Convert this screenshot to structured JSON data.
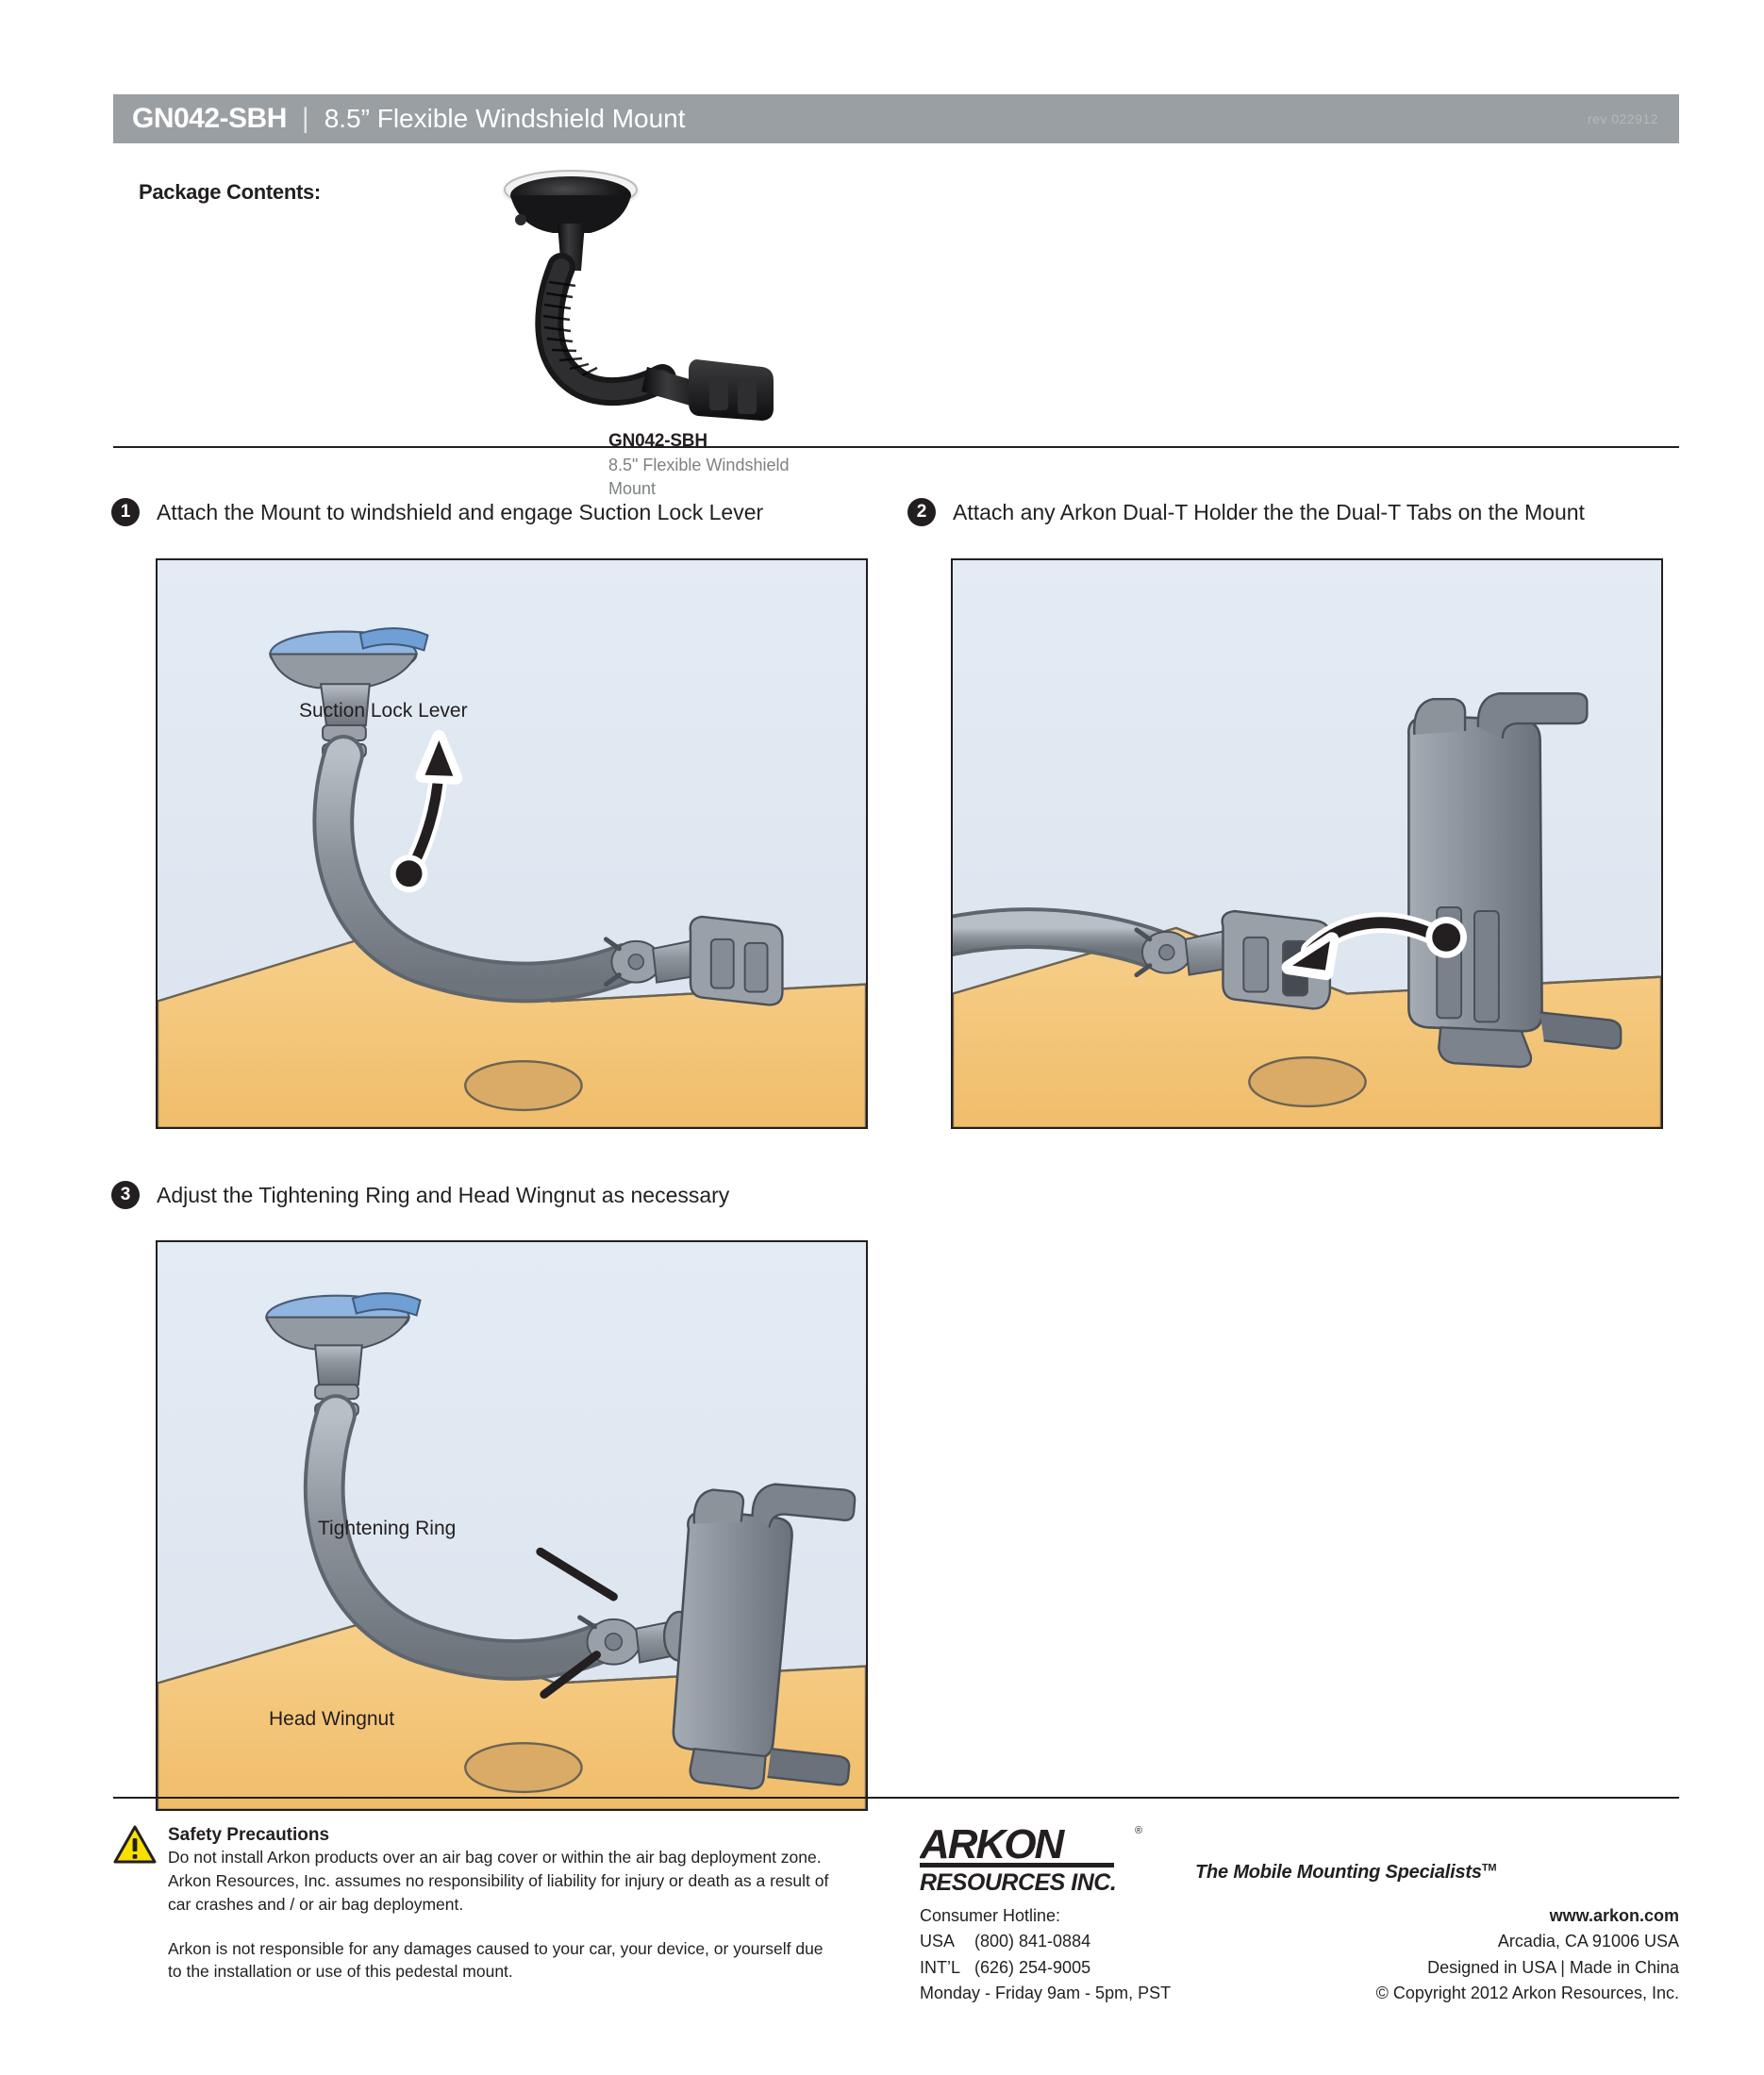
{
  "header": {
    "sku": "GN042-SBH",
    "separator": "|",
    "title": "8.5” Flexible Windshield Mount",
    "revision": "rev 022912",
    "bar_color": "#9a9fa3"
  },
  "package": {
    "label": "Package Contents:",
    "item_name": "GN042-SBH",
    "item_desc": "8.5\" Flexible Windshield Mount"
  },
  "steps": [
    {
      "number": "1",
      "text": "Attach the Mount to windshield and engage Suction Lock Lever",
      "callouts": [
        "Suction Lock Lever"
      ]
    },
    {
      "number": "2",
      "text": "Attach any Arkon Dual-T Holder the the Dual-T Tabs on the Mount",
      "callouts": []
    },
    {
      "number": "3",
      "text": "Adjust the Tightening Ring and Head Wingnut as necessary",
      "callouts": [
        "Tightening Ring",
        "Head Wingnut"
      ]
    }
  ],
  "safety": {
    "title": "Safety Precautions",
    "paragraph1": "Do not install Arkon products over an air bag cover or within the air bag deployment zone. Arkon Resources, Inc. assumes no responsibility of liability for injury or death as a result of car crashes and / or air bag deployment.",
    "paragraph2": "Arkon is not responsible for any damages caused to your car, your device, or yourself due to the installation or use of this pedestal mount."
  },
  "brand": {
    "logo_top": "ARKON",
    "logo_bottom": "RESOURCES INC.",
    "tagline": "The Mobile Mounting Specialists",
    "tagline_tm": "TM"
  },
  "contact": {
    "hotline_label": "Consumer Hotline:",
    "usa_label": "USA",
    "usa_phone": "(800) 841-0884",
    "intl_label": "INT’L",
    "intl_phone": "(626) 254-9005",
    "hours": "Monday - Friday 9am - 5pm, PST",
    "website": "www.arkon.com",
    "address": "Arcadia, CA 91006 USA",
    "origin": "Designed in USA | Made in China",
    "copyright": "© Copyright 2012 Arkon Resources, Inc."
  },
  "colors": {
    "panel_bg": "#dce5ef",
    "dashboard": "#f5c97e",
    "mount_gray": "#8d9299",
    "suction_blue": "#7fa9d8",
    "warning_yellow": "#f9e000",
    "ink": "#231f20"
  }
}
